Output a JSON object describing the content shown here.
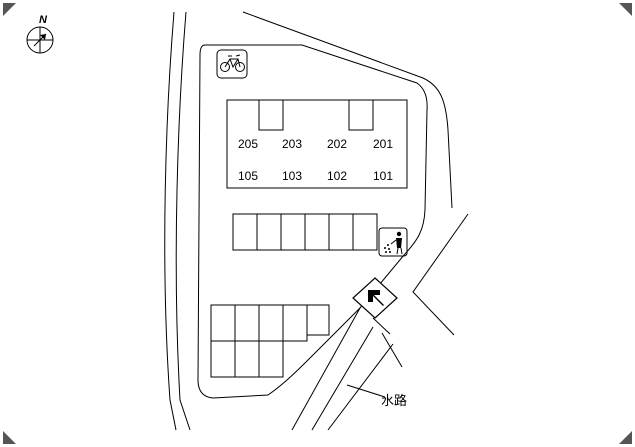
{
  "compass": {
    "label": "N"
  },
  "building": {
    "upper_floor": [
      "205",
      "203",
      "202",
      "201"
    ],
    "lower_floor": [
      "105",
      "103",
      "102",
      "101"
    ]
  },
  "labels": {
    "waterway": "水路"
  },
  "icons": {
    "bicycle": "bicycle-parking-icon",
    "garbage": "garbage-station-icon",
    "entrance": "entrance-arrow-icon",
    "compass": "north-compass-icon"
  }
}
